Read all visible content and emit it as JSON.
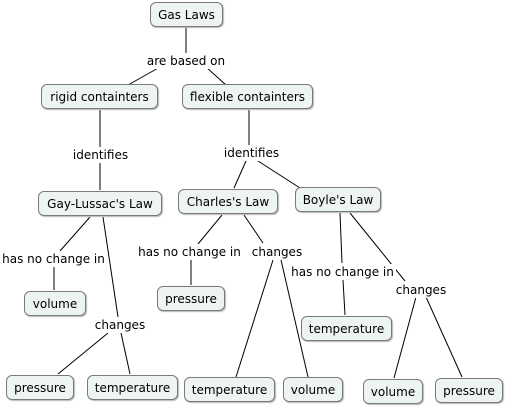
{
  "style": {
    "node_fill": "#eef3f3",
    "node_border": "#7a7a7a",
    "line_color": "#000000"
  },
  "diagram": {
    "nodes": {
      "gas_laws": "Gas Laws",
      "rigid": "rigid containters",
      "flexible": "flexible containters",
      "gay_lussac": "Gay-Lussac's Law",
      "charles": "Charles's Law",
      "boyle": "Boyle's Law",
      "gl_volume": "volume",
      "gl_pressure": "pressure",
      "gl_temperature": "temperature",
      "ch_pressure": "pressure",
      "ch_temperature": "temperature",
      "ch_volume": "volume",
      "bo_temperature": "temperature",
      "bo_volume": "volume",
      "bo_pressure": "pressure"
    },
    "links": {
      "based_on": "are based on",
      "identifies_rigid": "identifies",
      "identifies_flexible": "identifies",
      "gl_no_change": "has no change in",
      "gl_changes": "changes",
      "ch_no_change": "has no change in",
      "ch_changes": "changes",
      "bo_no_change": "has no change in",
      "bo_changes": "changes"
    }
  }
}
